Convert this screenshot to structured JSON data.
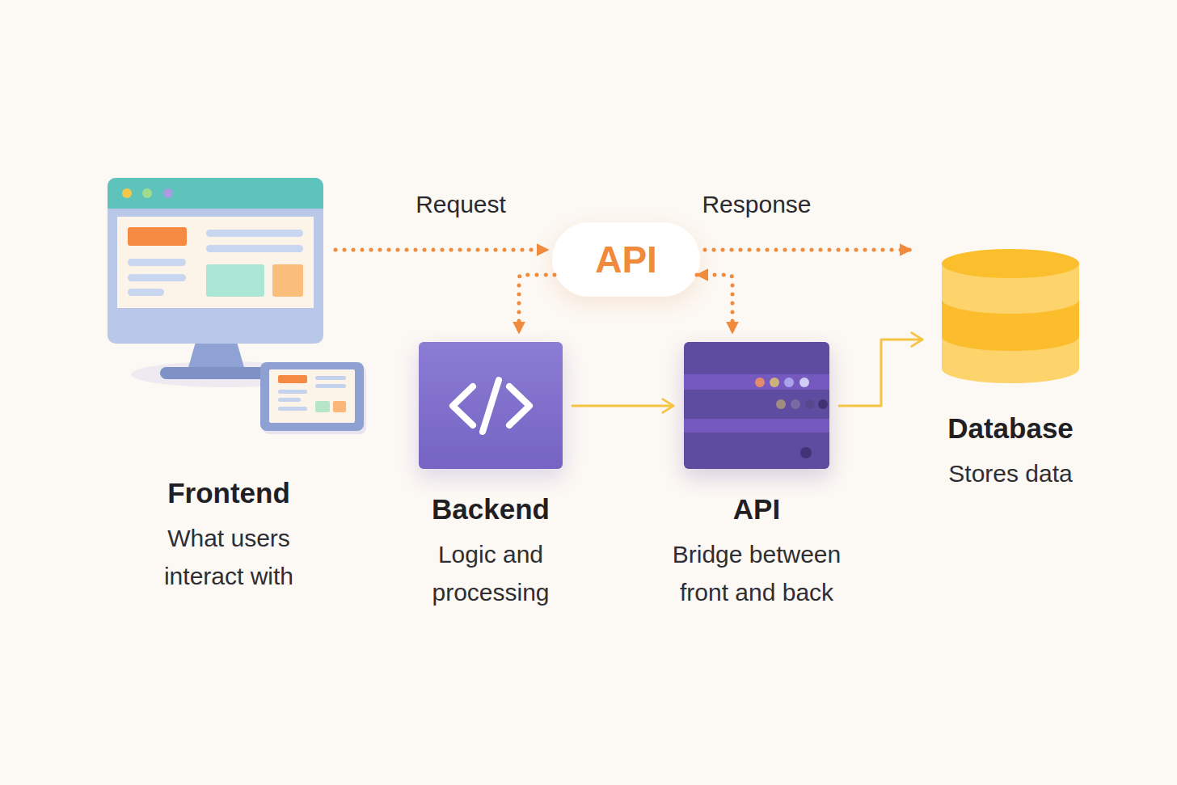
{
  "diagram": {
    "nodes": [
      {
        "text": [
          "Frontend",
          "What users interact with"
        ]
      },
      {
        "text": [
          "API"
        ]
      },
      {
        "text": [
          "Backend",
          "Logic and processing"
        ]
      },
      {
        "text": [
          "API",
          "Bridge between front and back"
        ]
      },
      {
        "text": [
          "Database",
          "Stores data"
        ]
      }
    ],
    "edges": [
      {
        "from": 0,
        "to": 1,
        "arrow": "to",
        "label": "Request"
      },
      {
        "from": 1,
        "to": 4,
        "arrow": "to",
        "label": "Response"
      },
      {
        "from": 1,
        "to": 2,
        "arrow": "to"
      },
      {
        "from": 1,
        "to": 3,
        "arrow": "both"
      },
      {
        "from": 2,
        "to": 3,
        "arrow": "to"
      },
      {
        "from": 3,
        "to": 4,
        "arrow": "to"
      }
    ]
  }
}
